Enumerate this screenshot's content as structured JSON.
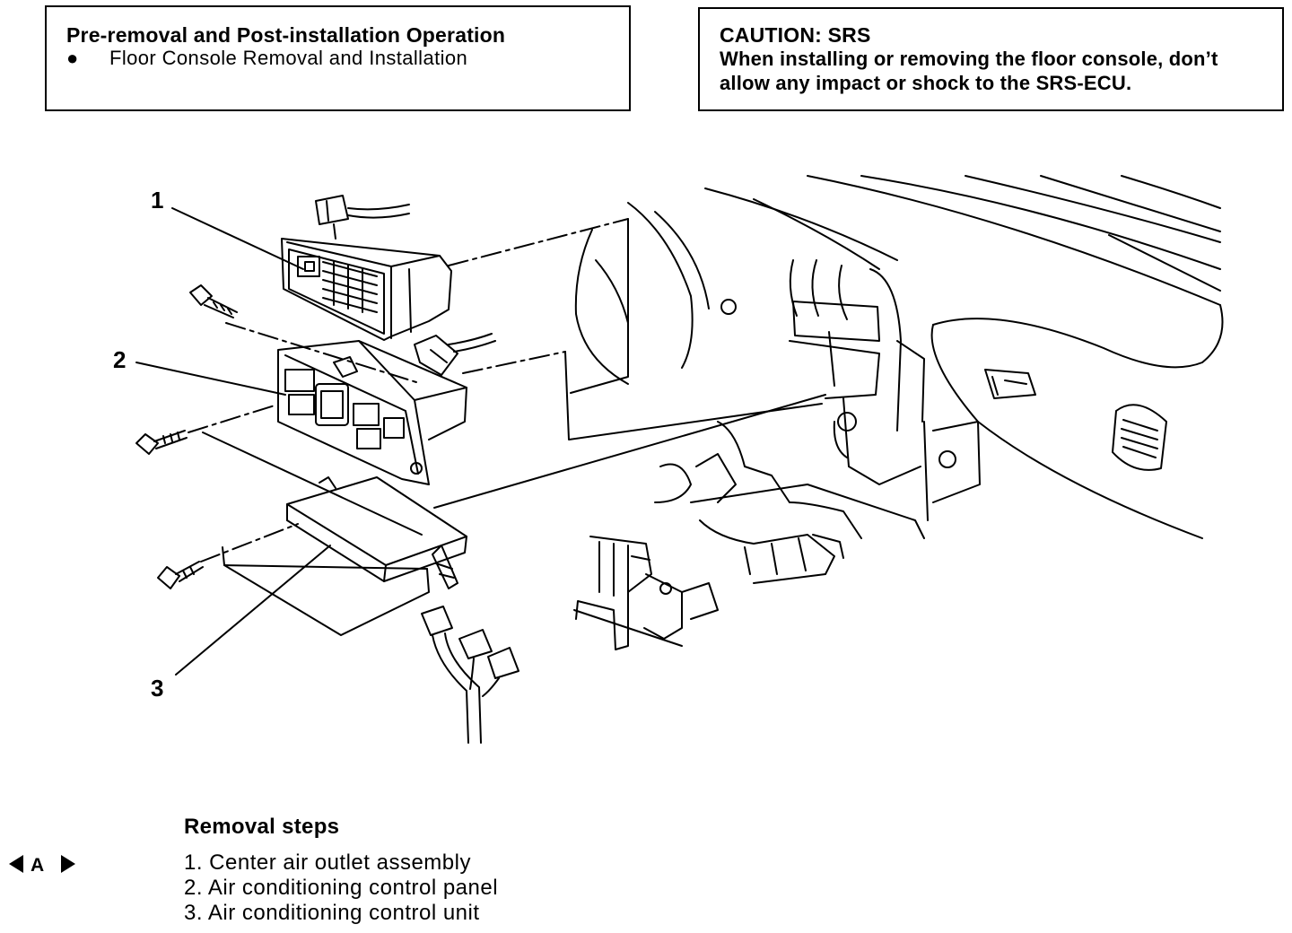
{
  "pre_box": {
    "title": "Pre-removal and Post-installation Operation",
    "bullet": "●",
    "item": "Floor Console Removal and Installation"
  },
  "caution_box": {
    "title": "CAUTION: SRS",
    "line1": "When installing or removing the floor console, don’t",
    "line2": "allow any impact or shock to the SRS-ECU."
  },
  "callouts": [
    "1",
    "2",
    "3"
  ],
  "marker_label": "A",
  "removal": {
    "title": "Removal steps",
    "steps": [
      "1. Center air outlet assembly",
      "2. Air conditioning control panel",
      "3. Air conditioning control unit"
    ]
  }
}
